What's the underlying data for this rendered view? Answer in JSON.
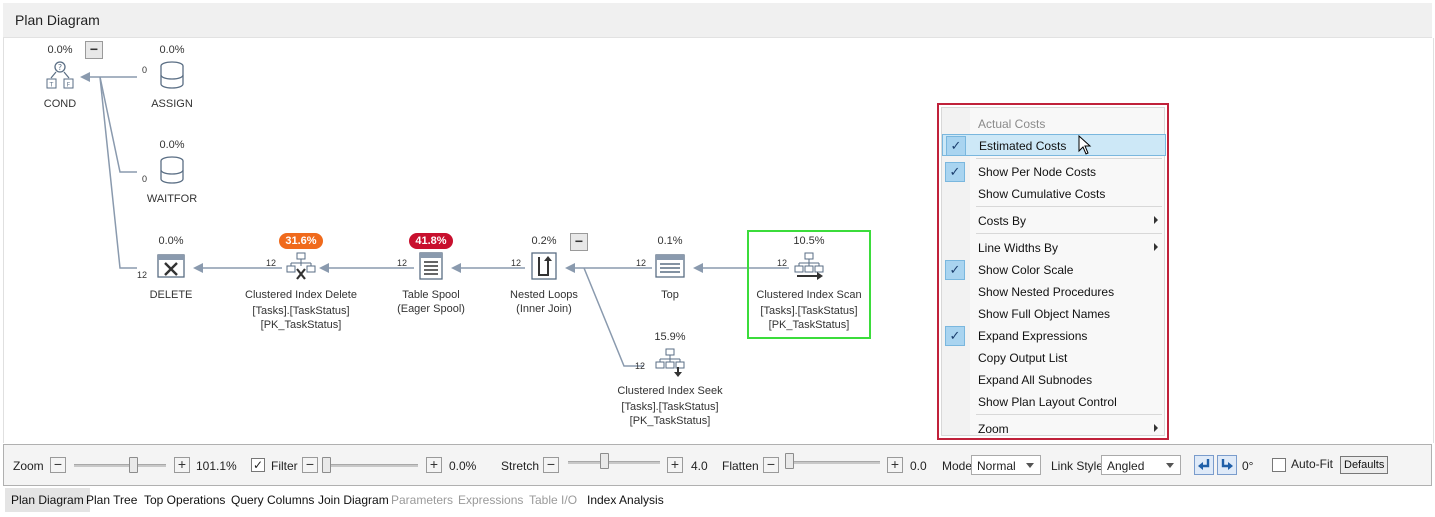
{
  "window": {
    "title": "Plan Diagram"
  },
  "nodes": {
    "cond": {
      "pct": "0.0%",
      "label1": "COND"
    },
    "assign": {
      "pct": "0.0%",
      "label1": "ASSIGN",
      "count": "0"
    },
    "waitfor": {
      "pct": "0.0%",
      "label1": "WAITFOR",
      "count": "0"
    },
    "delete": {
      "pct": "0.0%",
      "label1": "DELETE",
      "count": "12"
    },
    "cid": {
      "pct": "31.6%",
      "badge_color": "#f06a1c",
      "label1": "Clustered Index Delete",
      "label2": "[Tasks].[TaskStatus]",
      "label3": "[PK_TaskStatus]",
      "count": "12"
    },
    "spool": {
      "pct": "41.8%",
      "badge_color": "#c8102e",
      "label1": "Table Spool",
      "label2": "(Eager Spool)",
      "count": "12"
    },
    "nloop": {
      "pct": "0.2%",
      "label1": "Nested Loops",
      "label2": "(Inner Join)",
      "count": "12"
    },
    "top": {
      "pct": "0.1%",
      "label1": "Top",
      "count": "12"
    },
    "cis": {
      "pct": "10.5%",
      "label1": "Clustered Index Scan",
      "label2": "[Tasks].[TaskStatus]",
      "label3": "[PK_TaskStatus]",
      "count": "12"
    },
    "seek": {
      "pct": "15.9%",
      "label1": "Clustered Index Seek",
      "label2": "[Tasks].[TaskStatus]",
      "label3": "[PK_TaskStatus]",
      "count": "12"
    }
  },
  "context_menu": {
    "items": [
      {
        "label": "Actual Costs"
      },
      {
        "label": "Estimated Costs"
      },
      {
        "label": "Show Per Node Costs"
      },
      {
        "label": "Show Cumulative Costs"
      },
      {
        "label": "Costs By"
      },
      {
        "label": "Line Widths By"
      },
      {
        "label": "Show Color Scale"
      },
      {
        "label": "Show Nested Procedures"
      },
      {
        "label": "Show Full Object Names"
      },
      {
        "label": "Expand Expressions"
      },
      {
        "label": "Copy Output List"
      },
      {
        "label": "Expand All Subnodes"
      },
      {
        "label": "Show Plan Layout Control"
      },
      {
        "label": "Zoom"
      }
    ]
  },
  "toolbar": {
    "zoom_label": "Zoom",
    "zoom_value": "101.1%",
    "filter_label": "Filter",
    "filter_value": "0.0%",
    "stretch_label": "Stretch",
    "stretch_value": "4.0",
    "flatten_label": "Flatten",
    "flatten_value": "0.0",
    "mode_label": "Mode",
    "mode_value": "Normal",
    "link_style_label": "Link Style",
    "link_style_value": "Angled",
    "rotation_value": "0°",
    "autofit_label": "Auto-Fit",
    "defaults_label": "Defaults"
  },
  "tabs": [
    {
      "label": "Plan Diagram"
    },
    {
      "label": "Plan Tree"
    },
    {
      "label": "Top Operations"
    },
    {
      "label": "Query Columns"
    },
    {
      "label": "Join Diagram"
    },
    {
      "label": "Parameters"
    },
    {
      "label": "Expressions"
    },
    {
      "label": "Table I/O"
    },
    {
      "label": "Index Analysis"
    }
  ],
  "colors": {
    "menu_border": "#c0213a",
    "selection_border": "#3bdc3b",
    "icon_color": "#5a6e84"
  }
}
